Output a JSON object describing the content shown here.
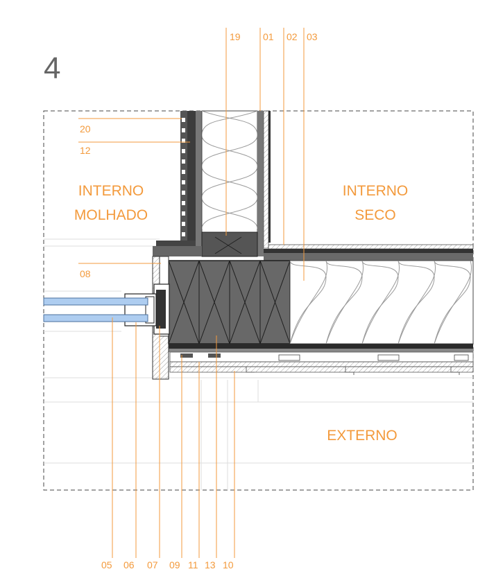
{
  "detail_number": "4",
  "zones": {
    "interno_molhado": [
      "INTERNO",
      "MOLHADO"
    ],
    "interno_seco": [
      "INTERNO",
      "SECO"
    ],
    "externo": "EXTERNO"
  },
  "callouts": {
    "top": [
      "19",
      "01",
      "02",
      "03"
    ],
    "left": [
      "20",
      "12",
      "08"
    ],
    "bottom": [
      "05",
      "06",
      "07",
      "09",
      "11",
      "13",
      "10"
    ]
  },
  "colors": {
    "annotation": "#f39a3c",
    "heading": "#666666",
    "wall_dark": "#5a5a5a",
    "timber": "#6b6b6b",
    "glass": "#aecdf0",
    "line": "#222222"
  }
}
